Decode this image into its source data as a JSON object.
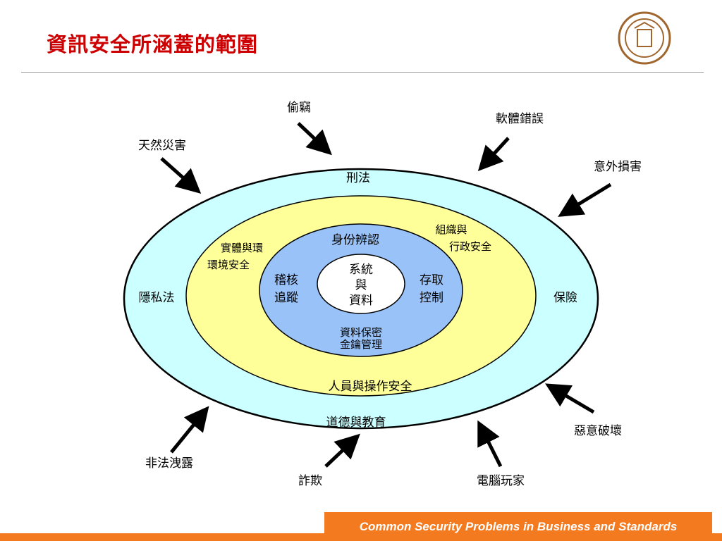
{
  "slide": {
    "title": "資訊安全所涵蓋的範圍",
    "footer": "Common Security Problems in Business and Standards"
  },
  "colors": {
    "title": "#cc0000",
    "outer_ring": "#ccffff",
    "middle_ring": "#ffff99",
    "inner_ring": "#99c2f8",
    "core": "#ffffff",
    "footer": "#f47a20",
    "seal": "#a0662e"
  },
  "diagram": {
    "outer_ring": {
      "top": "刑法",
      "left": "隱私法",
      "right": "保險",
      "bottom": "道德與教育"
    },
    "middle_ring": {
      "physical_1": "實體與環",
      "physical_2": "環境安全",
      "org_1": "組織與",
      "org_2": "行政安全",
      "bottom": "人員與操作安全"
    },
    "inner_ring": {
      "top": "身份辨認",
      "left_1": "稽核",
      "left_2": "追蹤",
      "right_1": "存取",
      "right_2": "控制",
      "bottom_1": "資料保密",
      "bottom_2": "金鑰管理"
    },
    "core": {
      "line1": "系統",
      "line2": "與",
      "line3": "資料"
    },
    "threats": {
      "theft": "偷竊",
      "software_error": "軟體錯誤",
      "natural_disaster": "天然災害",
      "accidental_damage": "意外損害",
      "malicious_damage": "惡意破壞",
      "illegal_disclosure": "非法洩露",
      "fraud": "詐欺",
      "hacker": "電腦玩家"
    }
  }
}
